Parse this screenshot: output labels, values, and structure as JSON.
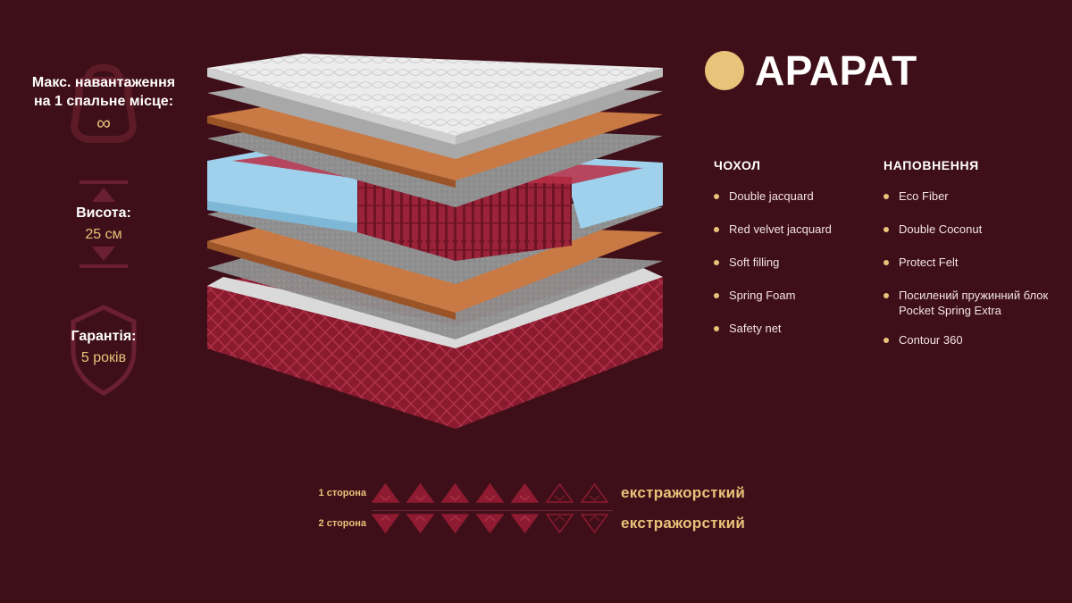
{
  "specs": {
    "load_label_line1": "Макс. навантаження",
    "load_label_line2": "на 1 спальне місце:",
    "load_value": "∞",
    "height_label": "Висота:",
    "height_value": "25 см",
    "warranty_label": "Гарантія:",
    "warranty_value": "5 років"
  },
  "product": {
    "title": "АРАРАТ"
  },
  "cover": {
    "heading": "ЧОХОЛ",
    "items": [
      "Double jacquard",
      "Red velvet jacquard",
      "Soft filling",
      "Spring Foam",
      "Safety net"
    ]
  },
  "filling": {
    "heading": "НАПОВНЕННЯ",
    "items": [
      "Eco Fiber",
      "Double Coconut",
      "Protect Felt",
      "Посилений пружинний блок",
      "Pocket Spring Extra",
      "Contour 360"
    ]
  },
  "firmness": {
    "side1_label": "1 сторона",
    "side1_value": "екстражорсткий",
    "side1_level": 5,
    "side2_label": "2 сторона",
    "side2_value": "екстражорсткий",
    "side2_level": 5,
    "scale_max": 7
  },
  "colors": {
    "background": "#3f0f19",
    "accent": "#e9c37a",
    "burgundy": "#8e1b31"
  }
}
